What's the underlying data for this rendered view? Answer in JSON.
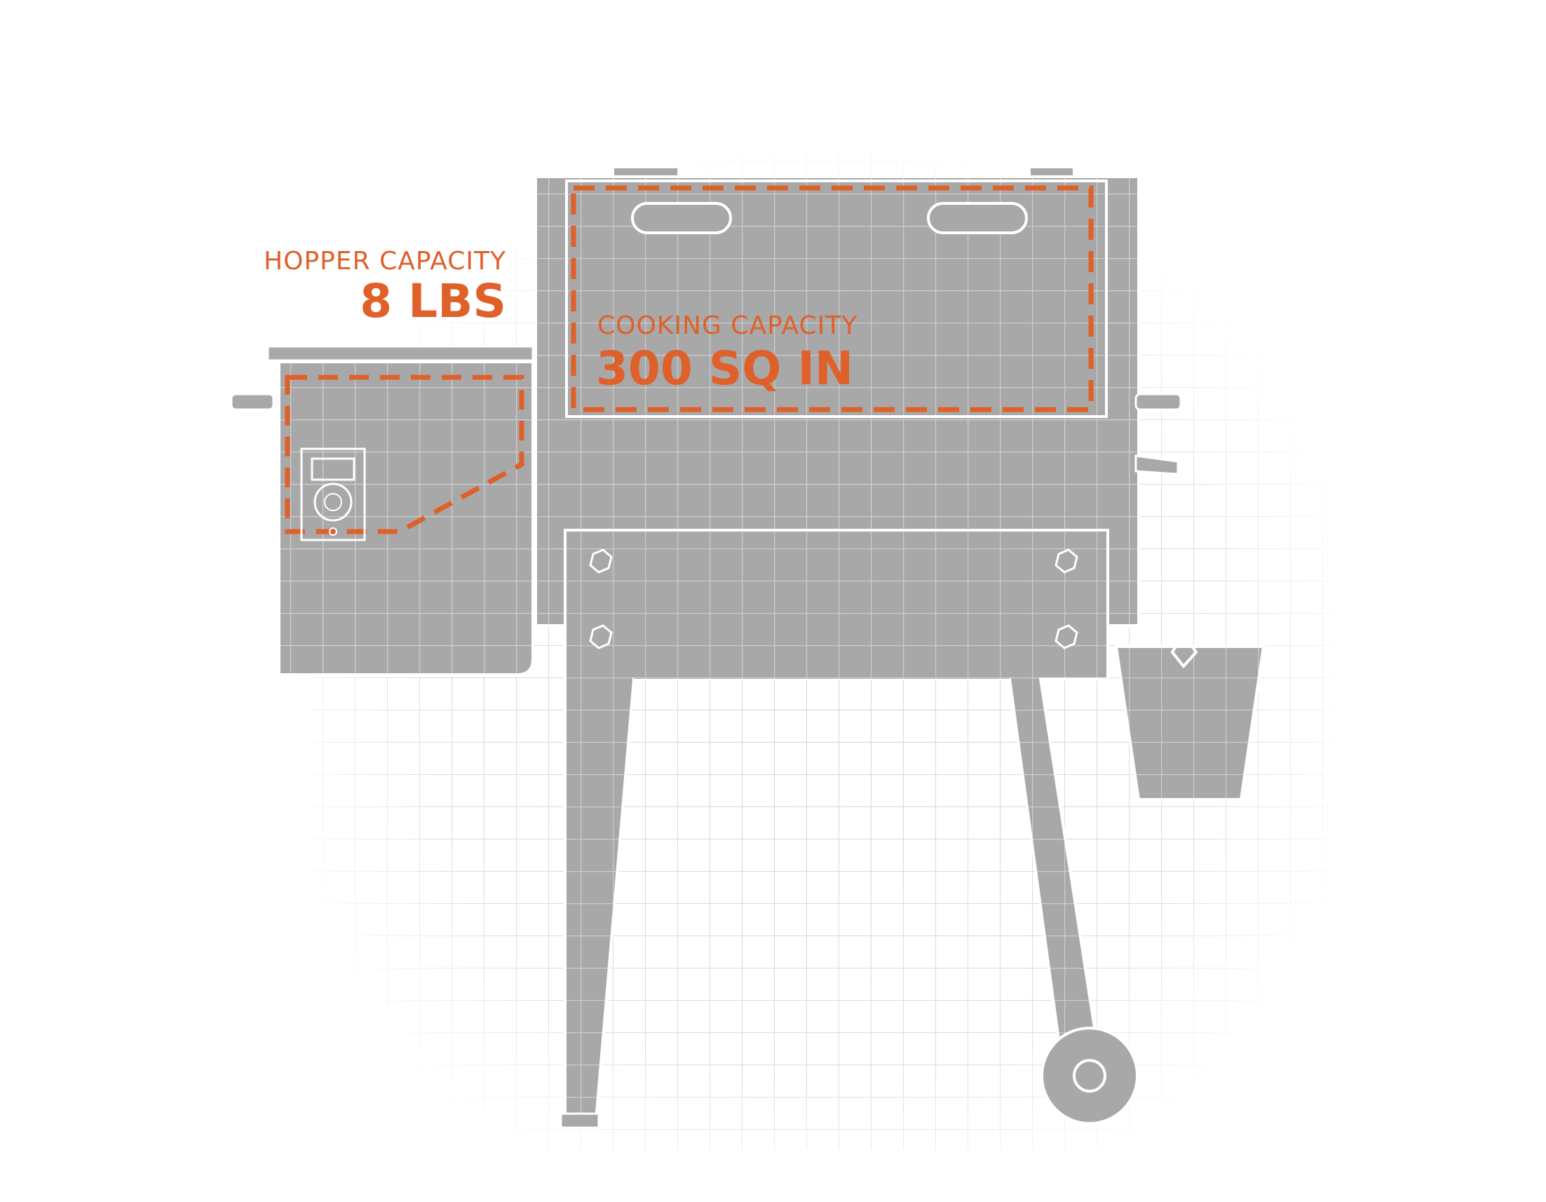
{
  "hopper": {
    "label": "HOPPER CAPACITY",
    "value": "8 LBS"
  },
  "cooking": {
    "label": "COOKING CAPACITY",
    "value": "300 SQ IN"
  },
  "colors": {
    "accent": "#e0602a",
    "grill_fill": "#a8a8a8",
    "grill_outline": "#ffffff",
    "grid_line": "#cfcfcf"
  }
}
